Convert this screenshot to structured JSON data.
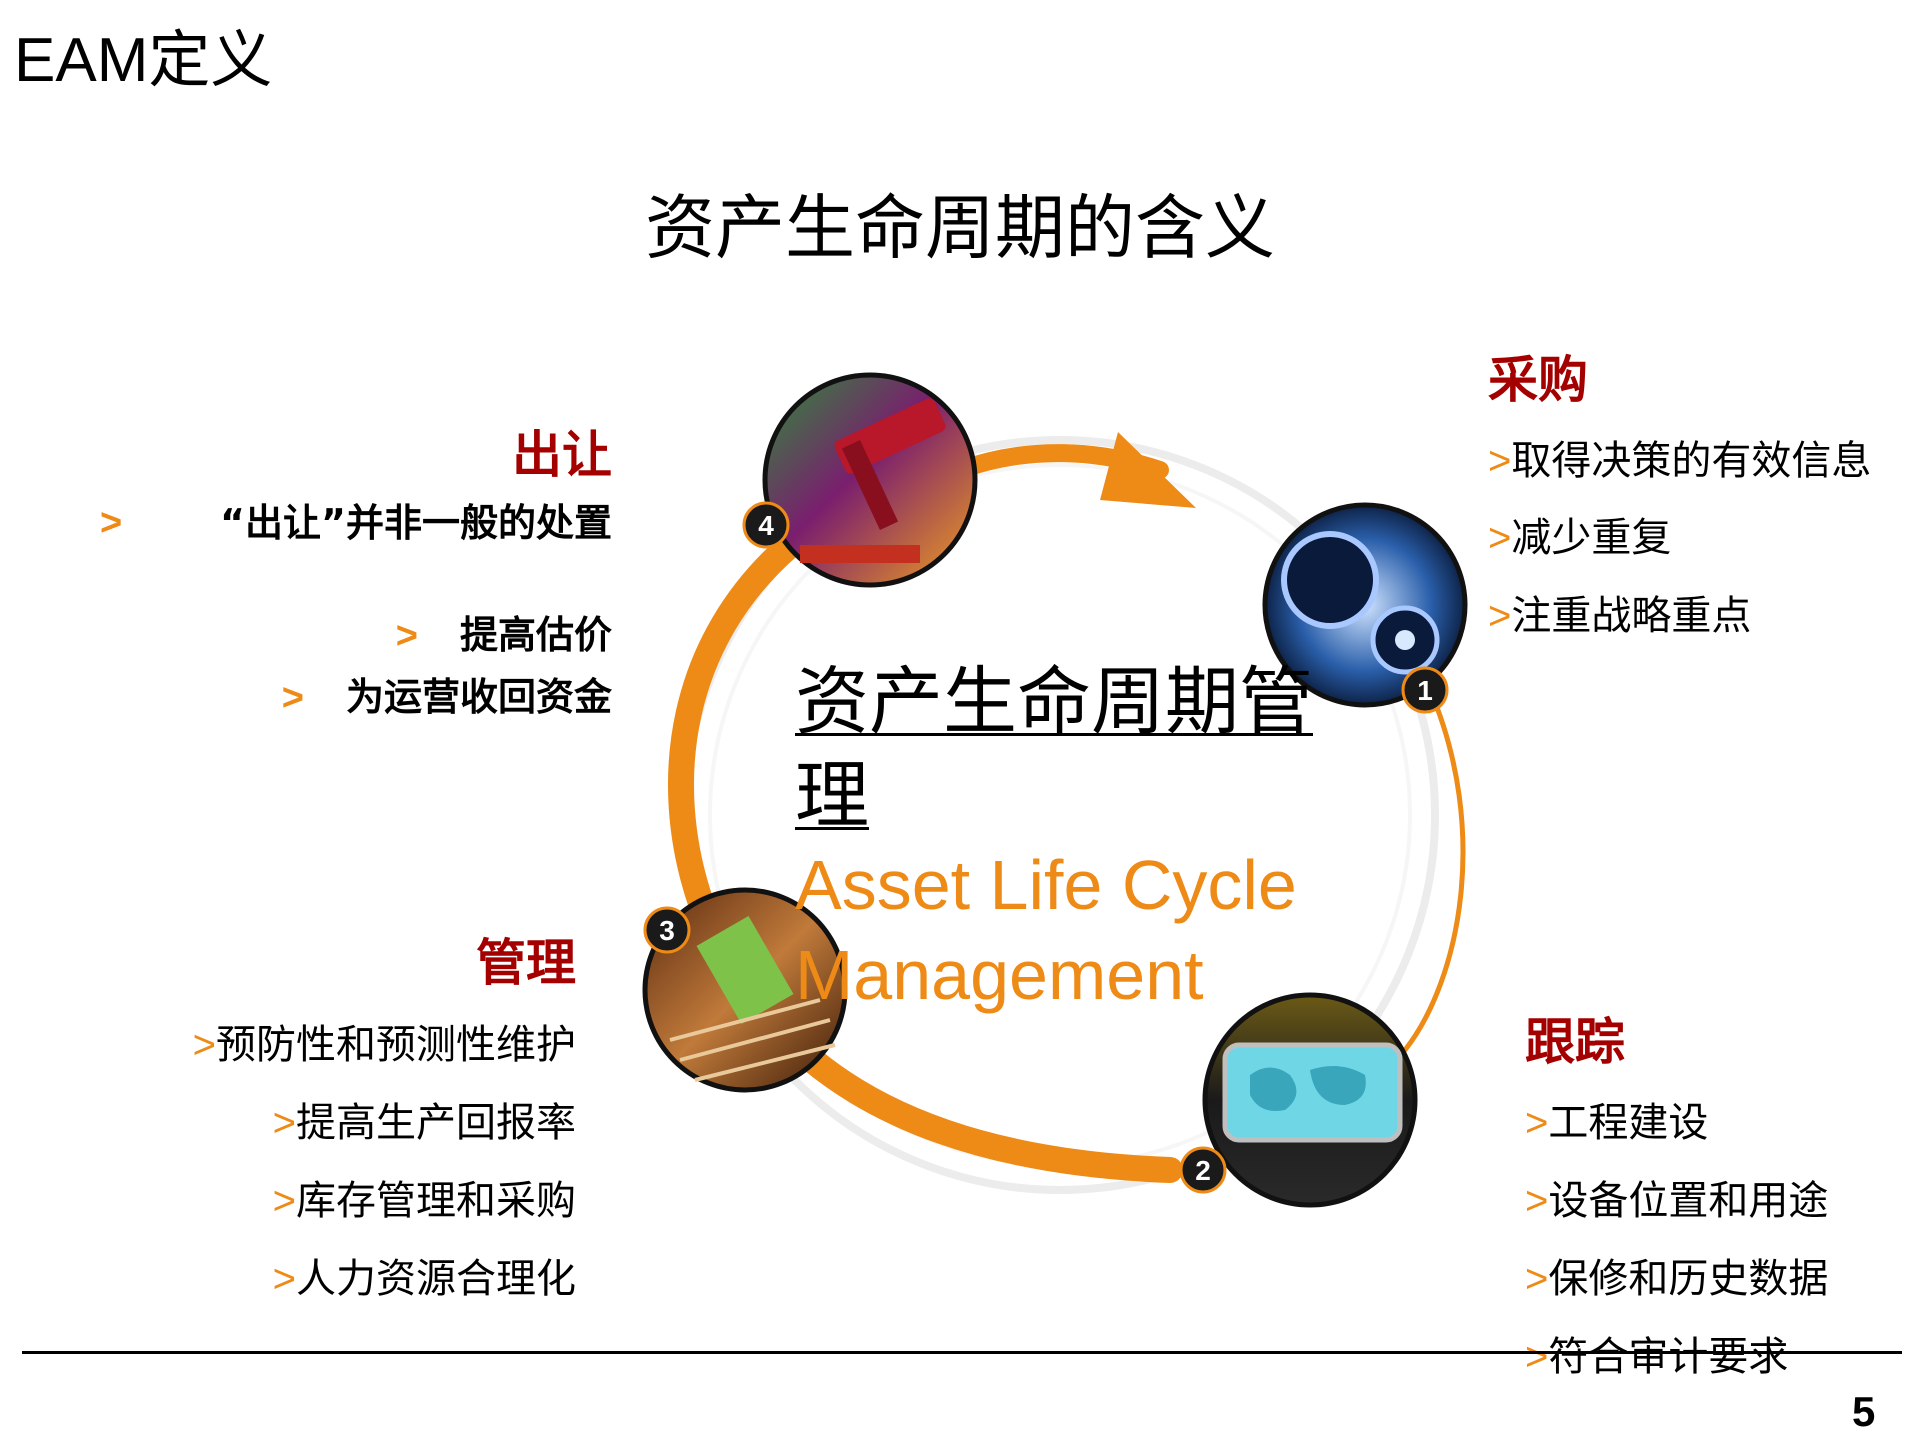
{
  "slide": {
    "title": "EAM定义",
    "subtitle": "资产生命周期的含义",
    "page_number": "5"
  },
  "center": {
    "title_cn": "资产生命周期管理",
    "title_en": "Asset Life Cycle Management"
  },
  "disposal": {
    "heading": "出让",
    "items": [
      {
        "marker": ">",
        "text": "“出让”并非一般的处置"
      },
      {
        "marker": ">",
        "text": "提高估价"
      },
      {
        "marker": ">",
        "text": "为运营收回资金"
      }
    ]
  },
  "procurement": {
    "heading": "采购",
    "items": [
      {
        "marker": ">",
        "text": "取得决策的有效信息"
      },
      {
        "marker": ">",
        "text": "减少重复"
      },
      {
        "marker": ">",
        "text": "注重战略重点"
      }
    ]
  },
  "management": {
    "heading": "管理",
    "items": [
      {
        "marker": ">",
        "text": "预防性和预测性维护"
      },
      {
        "marker": ">",
        "text": "提高生产回报率"
      },
      {
        "marker": ">",
        "text": "库存管理和采购"
      },
      {
        "marker": ">",
        "text": "人力资源合理化"
      }
    ]
  },
  "tracking": {
    "heading": "跟踪",
    "items": [
      {
        "marker": ">",
        "text": "工程建设"
      },
      {
        "marker": ">",
        "text": "设备位置和用途"
      },
      {
        "marker": ">",
        "text": "保修和历史数据"
      },
      {
        "marker": ">",
        "text": "符合审计要求"
      }
    ]
  },
  "cycle": {
    "badges": [
      "1",
      "2",
      "3",
      "4"
    ],
    "icons": [
      "gears-icon",
      "world-map-icon",
      "documents-icon",
      "gavel-icon"
    ],
    "colors": {
      "arrow": "#ee8a16",
      "heading": "#a50000",
      "badge": "#1a1a1a"
    }
  }
}
